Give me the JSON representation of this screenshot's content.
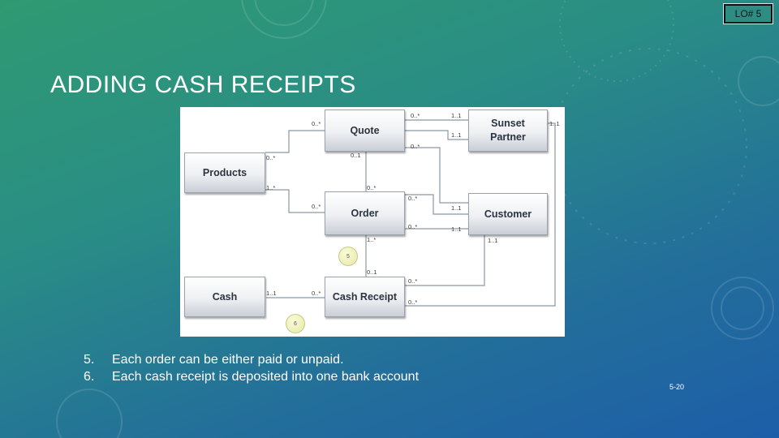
{
  "lo_badge": "LO# 5",
  "title": "ADDING CASH RECEIPTS",
  "entities": {
    "quote": "Quote",
    "sunset_partner": "Sunset Partner",
    "products": "Products",
    "order": "Order",
    "customer": "Customer",
    "cash": "Cash",
    "cash_receipt": "Cash Receipt"
  },
  "cardinalities": {
    "quote_left": "0..*",
    "quote_top_right": "0..*",
    "sunset_left_top": "1..1",
    "sunset_right": "1..1",
    "sunset_left_mid": "1..1",
    "quote_mid_right": "0..*",
    "products_top": "0..*",
    "quote_bottom": "0..1",
    "products_bottom": "1..*",
    "order_top": "0..*",
    "order_left": "0..*",
    "order_right_top": "0..*",
    "customer_left_top": "1..1",
    "customer_left_bottom": "1..1",
    "order_right_bottom": "0..*",
    "order_bottom": "1..*",
    "customer_bottom": "1..1",
    "receipt_top": "0..1",
    "receipt_right_top": "0..*",
    "cash_right": "1..1",
    "receipt_left": "0..*",
    "receipt_right_bottom": "0..*"
  },
  "markers": {
    "five": "5",
    "six": "6"
  },
  "notes": [
    {
      "num": "5.",
      "text": "Each order can be either paid or unpaid."
    },
    {
      "num": "6.",
      "text": "Each cash receipt is deposited into one bank account"
    }
  ],
  "slide_number": "5-20"
}
